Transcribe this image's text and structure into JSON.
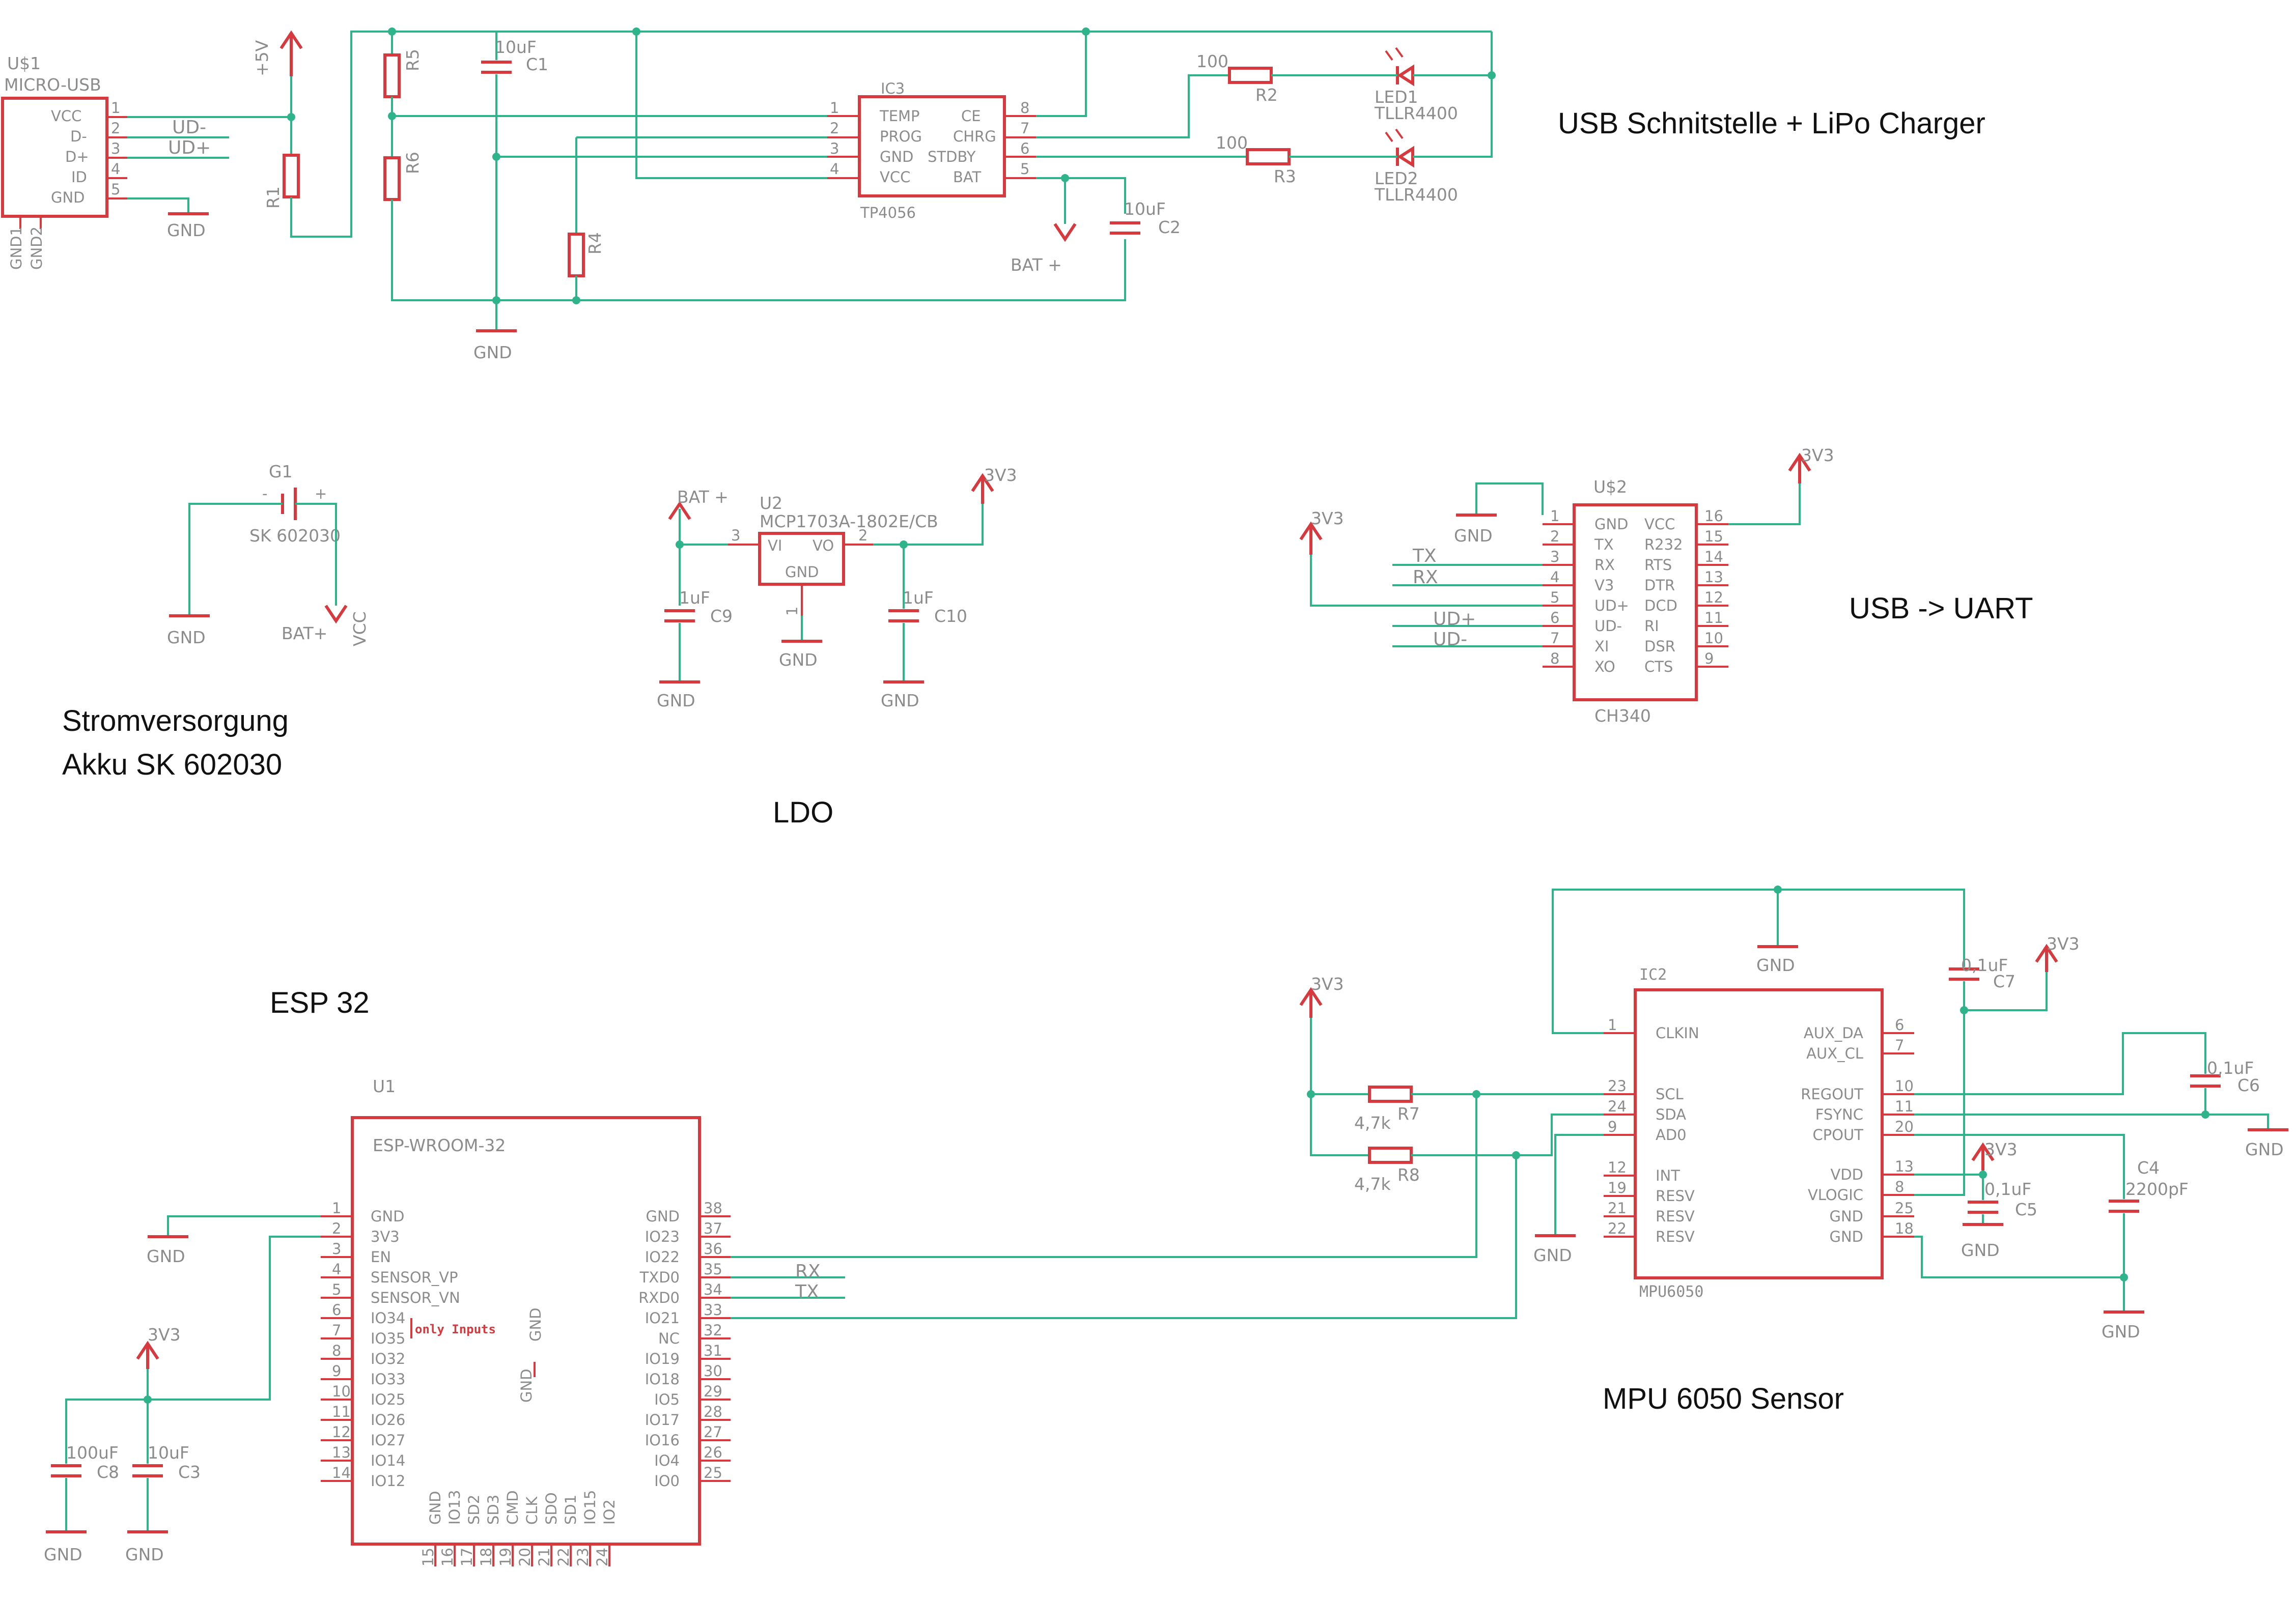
{
  "titles": {
    "usb_charger": "USB Schnitstelle + LiPo Charger",
    "power_line1": "Stromversorgung",
    "power_line2": "Akku SK 602030",
    "ldo": "LDO",
    "usb_uart": "USB -> UART",
    "esp32": "ESP 32",
    "mpu": "MPU 6050 Sensor"
  },
  "net_labels": {
    "gnd": "GND",
    "plus5v": "+5V",
    "bat_plus": "BAT +",
    "bat_plus_g1": "BAT+",
    "vcc": "VCC",
    "v3v3": "3V3",
    "ud_minus": "UD-",
    "ud_plus": "UD+",
    "tx": "TX",
    "rx": "RX"
  },
  "usb": {
    "name": "U$1",
    "value": "MICRO-USB",
    "pins": [
      "VCC",
      "D-",
      "D+",
      "ID",
      "GND"
    ],
    "pin_numbers": [
      "1",
      "2",
      "3",
      "4",
      "5"
    ],
    "shield1": "GND1",
    "shield2": "GND2"
  },
  "charger": {
    "name": "IC3",
    "value": "TP4056",
    "left_pins": [
      "TEMP",
      "PROG",
      "GND",
      "VCC"
    ],
    "left_nums": [
      "1",
      "2",
      "3",
      "4"
    ],
    "right_pins": [
      "CE",
      "CHRG",
      "STDBY",
      "BAT"
    ],
    "right_nums": [
      "8",
      "7",
      "6",
      "5"
    ]
  },
  "resistors": {
    "R1": "R1",
    "R4": "R4",
    "R5": "R5",
    "R6": "R6",
    "R2": "R2",
    "R2_value": "100",
    "R3": "R3",
    "R3_value": "100",
    "R7": "R7",
    "R7_value": "4,7k",
    "R8": "R8",
    "R8_value": "4,7k"
  },
  "capacitors": {
    "C1": "C1",
    "C1_value": "10uF",
    "C2": "C2",
    "C2_value": "10uF",
    "C9": "C9",
    "C9_value": "1uF",
    "C10": "C10",
    "C10_value": "1uF",
    "C3": "C3",
    "C3_value": "10uF",
    "C8": "C8",
    "C8_value": "100uF",
    "C7": "C7",
    "C7_value": "0,1uF",
    "C6": "C6",
    "C6_value": "0,1uF",
    "C5": "C5",
    "C5_value": "0,1uF",
    "C4": "C4",
    "C4_value": "2200pF"
  },
  "leds": {
    "LED1": "LED1",
    "LED1_value": "TLLR4400",
    "LED2": "LED2",
    "LED2_value": "TLLR4400"
  },
  "battery": {
    "name": "G1",
    "value": "SK 602030",
    "minus": "-",
    "plus": "+"
  },
  "ldo": {
    "name": "U2",
    "value": "MCP1703A-1802E/CB",
    "vi": "VI",
    "vo": "VO",
    "gnd": "GND",
    "pin_vi": "3",
    "pin_vo": "2",
    "pin_gnd": "1"
  },
  "ch340": {
    "name": "U$2",
    "value": "CH340",
    "left_pins": [
      "GND",
      "TX",
      "RX",
      "V3",
      "UD+",
      "UD-",
      "XI",
      "XO"
    ],
    "left_nums": [
      "1",
      "2",
      "3",
      "4",
      "5",
      "6",
      "7",
      "8"
    ],
    "right_pins": [
      "VCC",
      "R232",
      "RTS",
      "DTR",
      "DCD",
      "RI",
      "DSR",
      "CTS"
    ],
    "right_nums": [
      "16",
      "15",
      "14",
      "13",
      "12",
      "11",
      "10",
      "9"
    ]
  },
  "esp": {
    "name": "U1",
    "value": "ESP-WROOM-32",
    "left_pins": [
      "GND",
      "3V3",
      "EN",
      "SENSOR_VP",
      "SENSOR_VN",
      "IO34",
      "IO35",
      "IO32",
      "IO33",
      "IO25",
      "IO26",
      "IO27",
      "IO14",
      "IO12"
    ],
    "left_nums": [
      "1",
      "2",
      "3",
      "4",
      "5",
      "6",
      "7",
      "8",
      "9",
      "10",
      "11",
      "12",
      "13",
      "14"
    ],
    "right_pins": [
      "GND",
      "IO23",
      "IO22",
      "TXD0",
      "RXD0",
      "IO21",
      "NC",
      "IO19",
      "IO18",
      "IO5",
      "IO17",
      "IO16",
      "IO4",
      "IO0"
    ],
    "right_nums": [
      "38",
      "37",
      "36",
      "35",
      "34",
      "33",
      "32",
      "31",
      "30",
      "29",
      "28",
      "27",
      "26",
      "25"
    ],
    "bottom_pins": [
      "GND",
      "IO13",
      "SD2",
      "SD3",
      "CMD",
      "CLK",
      "SDO",
      "SD1",
      "IO15",
      "IO2"
    ],
    "bottom_nums": [
      "15",
      "16",
      "17",
      "18",
      "19",
      "20",
      "21",
      "22",
      "23",
      "24"
    ],
    "inner_gnd1": "GND",
    "inner_gnd2": "GND",
    "note": "only Inputs"
  },
  "mpu": {
    "name": "IC2",
    "value": "MPU6050",
    "left_pins": [
      "CLKIN",
      "SCL",
      "SDA",
      "AD0",
      "INT",
      "RESV",
      "RESV",
      "RESV"
    ],
    "left_nums": [
      "1",
      "23",
      "24",
      "9",
      "12",
      "19",
      "21",
      "22"
    ],
    "right_pins": [
      "AUX_DA",
      "AUX_CL",
      "REGOUT",
      "FSYNC",
      "CPOUT",
      "VDD",
      "VLOGIC",
      "GND",
      "GND"
    ],
    "right_nums": [
      "6",
      "7",
      "10",
      "11",
      "20",
      "13",
      "8",
      "25",
      "18"
    ]
  },
  "colors": {
    "wire": "#2fb38a",
    "part": "#d6393e",
    "label": "#8c8c8c",
    "title": "#111111"
  }
}
